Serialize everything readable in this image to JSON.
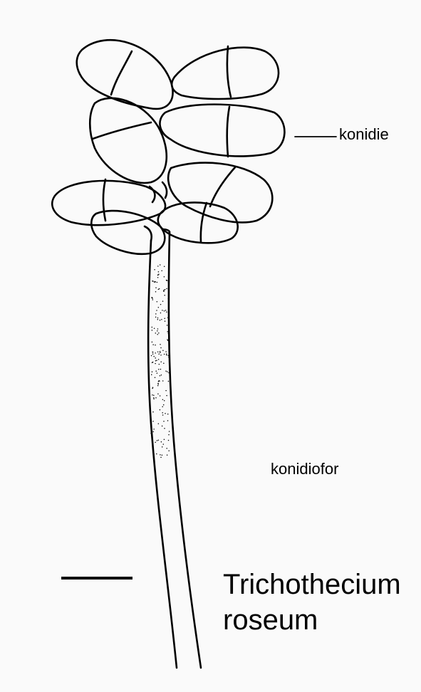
{
  "labels": {
    "conidium": "konidie",
    "conidiophore": "konidiofor"
  },
  "species": {
    "genus": "Trichothecium",
    "epithet": "roseum"
  },
  "colors": {
    "ink": "#000000",
    "background": "#fafafa"
  }
}
